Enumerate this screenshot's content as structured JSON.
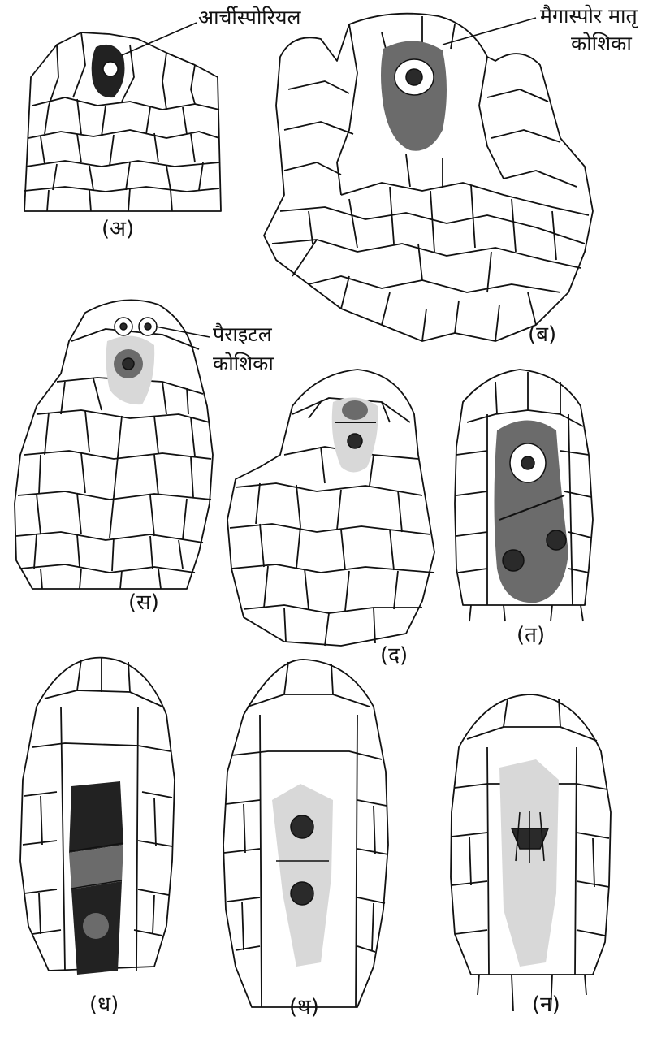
{
  "panels": [
    {
      "id": "a",
      "caption": "(अ)"
    },
    {
      "id": "b",
      "caption": "(ब)"
    },
    {
      "id": "c",
      "caption": "(स)"
    },
    {
      "id": "d",
      "caption": "(द)"
    },
    {
      "id": "e",
      "caption": "(त)"
    },
    {
      "id": "f",
      "caption": "(ध)"
    },
    {
      "id": "g",
      "caption": "(थ)"
    },
    {
      "id": "h",
      "caption": "(न)"
    }
  ],
  "annotations": {
    "archesporial": "आर्चीस्पोरियल",
    "megaspore_line1": "मैगास्पोर मातृ",
    "megaspore_line2": "कोशिका",
    "parietal_line1": "पैराइटल",
    "parietal_line2": "कोशिका"
  }
}
